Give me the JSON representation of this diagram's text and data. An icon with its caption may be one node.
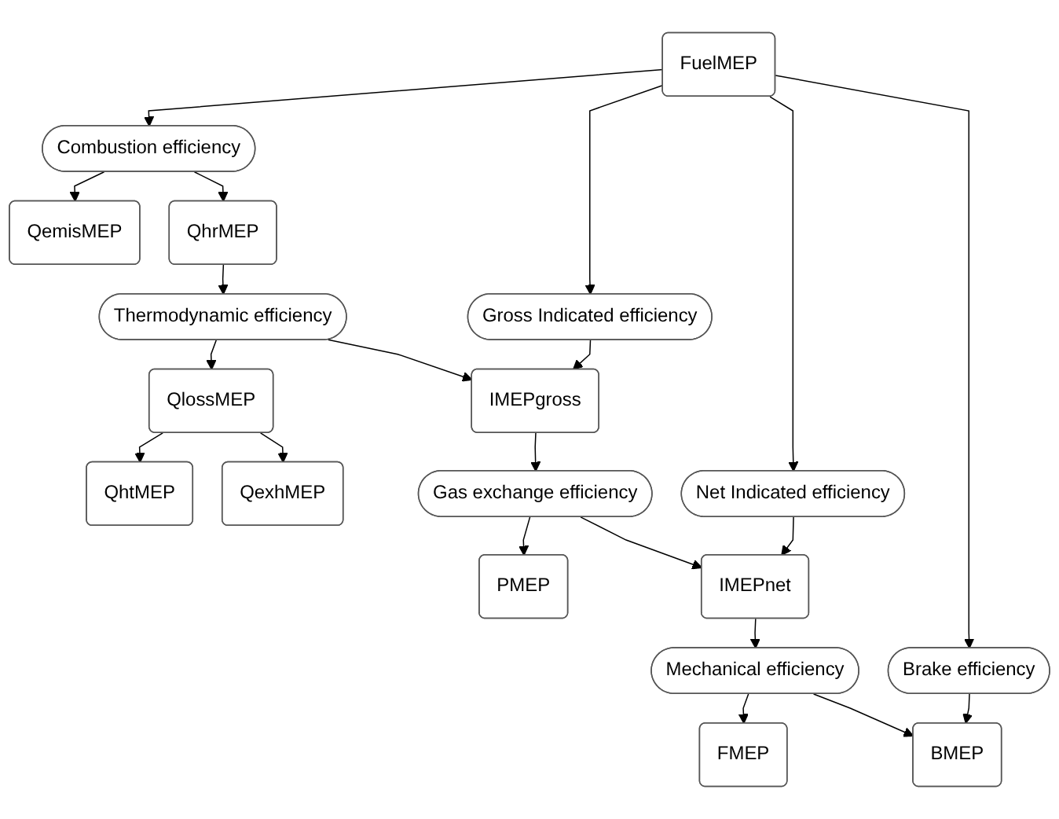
{
  "diagram": {
    "nodes": [
      {
        "text": [
          "FuelMEP"
        ]
      },
      {
        "text": [
          "Combustion efficiency"
        ]
      },
      {
        "text": [
          "QemisMEP"
        ]
      },
      {
        "text": [
          "QhrMEP"
        ]
      },
      {
        "text": [
          "Thermodynamic efficiency"
        ]
      },
      {
        "text": [
          "QlossMEP"
        ]
      },
      {
        "text": [
          "QhtMEP"
        ]
      },
      {
        "text": [
          "QexhMEP"
        ]
      },
      {
        "text": [
          "Gross Indicated efficiency"
        ]
      },
      {
        "text": [
          "IMEPgross"
        ]
      },
      {
        "text": [
          "Gas exchange efficiency"
        ]
      },
      {
        "text": [
          "PMEP"
        ]
      },
      {
        "text": [
          "Net Indicated efficiency"
        ]
      },
      {
        "text": [
          "IMEPnet"
        ]
      },
      {
        "text": [
          "Mechanical efficiency"
        ]
      },
      {
        "text": [
          "FMEP"
        ]
      },
      {
        "text": [
          "Brake efficiency"
        ]
      },
      {
        "text": [
          "BMEP"
        ]
      }
    ],
    "edges": [
      {
        "from": 0,
        "to": 1,
        "arrow": "to"
      },
      {
        "from": 1,
        "to": 2,
        "arrow": "to"
      },
      {
        "from": 1,
        "to": 3,
        "arrow": "to"
      },
      {
        "from": 3,
        "to": 4,
        "arrow": "to"
      },
      {
        "from": 4,
        "to": 5,
        "arrow": "to"
      },
      {
        "from": 5,
        "to": 6,
        "arrow": "to"
      },
      {
        "from": 5,
        "to": 7,
        "arrow": "to"
      },
      {
        "from": 4,
        "to": 9,
        "arrow": "to"
      },
      {
        "from": 0,
        "to": 8,
        "arrow": "to"
      },
      {
        "from": 8,
        "to": 9,
        "arrow": "to"
      },
      {
        "from": 9,
        "to": 10,
        "arrow": "to"
      },
      {
        "from": 10,
        "to": 11,
        "arrow": "to"
      },
      {
        "from": 10,
        "to": 13,
        "arrow": "to"
      },
      {
        "from": 0,
        "to": 12,
        "arrow": "to"
      },
      {
        "from": 12,
        "to": 13,
        "arrow": "to"
      },
      {
        "from": 13,
        "to": 14,
        "arrow": "to"
      },
      {
        "from": 14,
        "to": 15,
        "arrow": "to"
      },
      {
        "from": 14,
        "to": 17,
        "arrow": "to"
      },
      {
        "from": 0,
        "to": 16,
        "arrow": "to"
      },
      {
        "from": 16,
        "to": 17,
        "arrow": "to"
      }
    ]
  }
}
